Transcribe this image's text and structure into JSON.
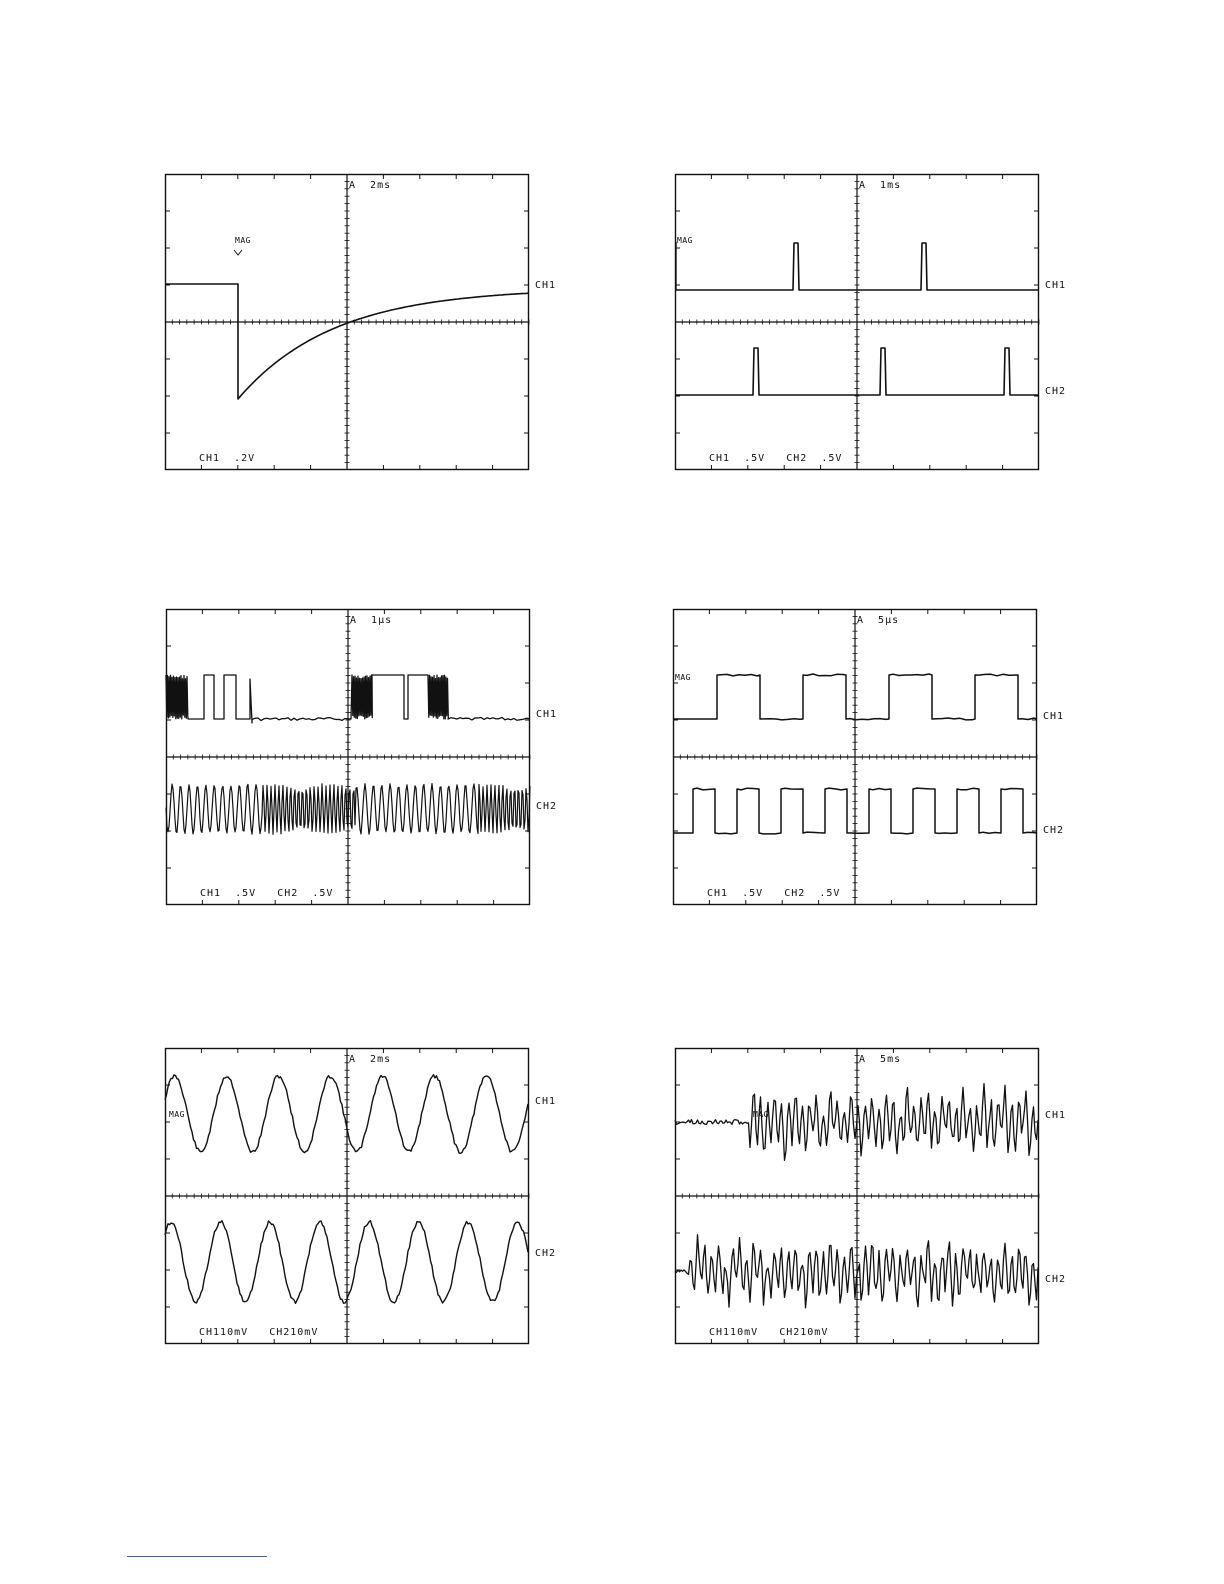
{
  "chart_data": [
    {
      "type": "line",
      "timebase": "A  2ms",
      "marker": "MAG",
      "settings": "CH1  .2V",
      "channels": [
        "CH1"
      ],
      "waveform": "step then exponential recovery",
      "grid": true
    },
    {
      "type": "line",
      "timebase": "A  1ms",
      "marker": "MAG",
      "settings": "CH1  .5V   CH2  .5V",
      "channels": [
        "CH1",
        "CH2"
      ],
      "waveform": "narrow pulses",
      "grid": true
    },
    {
      "type": "line",
      "timebase": "A  1µs",
      "marker": "",
      "settings": "CH1  .5V   CH2  .5V",
      "channels": [
        "CH1",
        "CH2"
      ],
      "waveform": "burst data and clock",
      "grid": true
    },
    {
      "type": "line",
      "timebase": "A  5µs",
      "marker": "MAG",
      "settings": "CH1  .5V   CH2  .5V",
      "channels": [
        "CH1",
        "CH2"
      ],
      "waveform": "square waves",
      "grid": true
    },
    {
      "type": "line",
      "timebase": "A  2ms",
      "marker": "MAG",
      "settings": "CH110mV   CH210mV",
      "channels": [
        "CH1",
        "CH2"
      ],
      "waveform": "noisy sine waves",
      "grid": true
    },
    {
      "type": "line",
      "timebase": "A  5ms",
      "marker": "MAG",
      "settings": "CH110mV   CH210mV",
      "channels": [
        "CH1",
        "CH2"
      ],
      "waveform": "noisy irregular oscillations",
      "grid": true
    }
  ]
}
